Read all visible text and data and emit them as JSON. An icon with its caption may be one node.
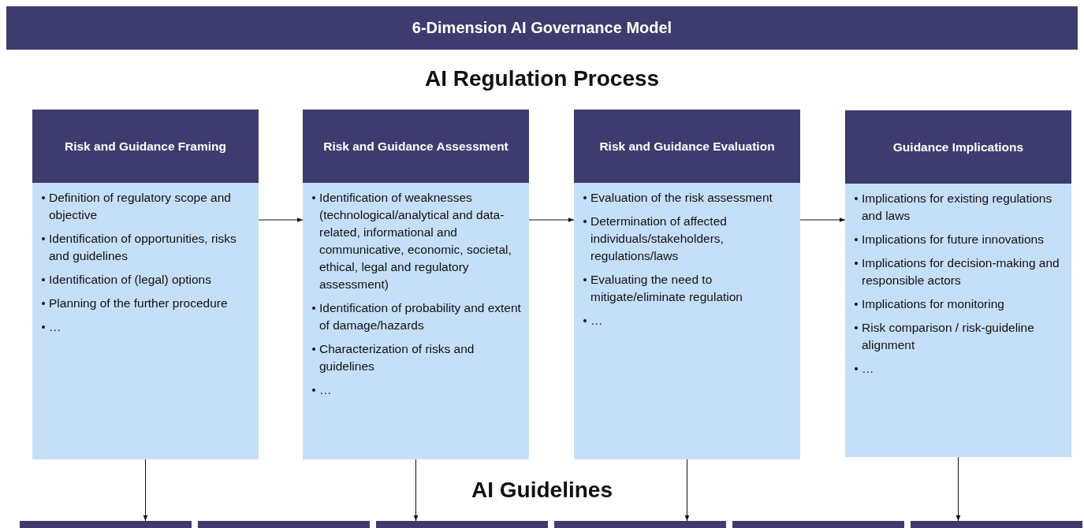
{
  "diagram": {
    "title": "6-Dimension AI Governance Model",
    "nodes": [
      {
        "text": [
          "Risk and Guidance Framing",
          "Definition of regulatory scope and objective",
          "Identification of opportunities, risks and guidelines",
          "Identification of (legal) options",
          "Planning of the further procedure",
          "…"
        ]
      },
      {
        "text": [
          "Risk and Guidance Assessment",
          "Identification of weaknesses (technological/analytical and data-related, informational and communicative, economic, societal, ethical, legal and regulatory assessment)",
          "Identification of probability and extent of damage/hazards",
          "Characterization of risks and guidelines",
          "…"
        ]
      },
      {
        "text": [
          "Risk and Guidance Evaluation",
          "Evaluation of the risk assessment",
          "Determination of affected individuals/stakeholders, regulations/laws",
          "Evaluating the need to mitigate/eliminate regulation",
          "…"
        ]
      },
      {
        "text": [
          "Guidance Implications",
          "Implications for existing regulations and laws",
          "Implications for future innovations",
          "Implications for decision-making and responsible actors",
          "Implications for monitoring",
          "Risk comparison / risk-guideline alignment",
          "…"
        ]
      },
      {
        "text": [],
        "shape": "box"
      },
      {
        "text": [],
        "shape": "box"
      },
      {
        "text": [],
        "shape": "box"
      },
      {
        "text": [],
        "shape": "box"
      },
      {
        "text": [],
        "shape": "box"
      },
      {
        "text": [],
        "shape": "box"
      }
    ],
    "edges": [
      {
        "from": 0,
        "to": 1,
        "arrow": "to"
      },
      {
        "from": 1,
        "to": 2,
        "arrow": "to"
      },
      {
        "from": 2,
        "to": 3,
        "arrow": "to"
      },
      {
        "from": 0,
        "to": 4,
        "arrow": "to"
      },
      {
        "from": 1,
        "to": 6,
        "arrow": "to"
      },
      {
        "from": 2,
        "to": 7,
        "arrow": "to"
      },
      {
        "from": 3,
        "to": 9,
        "arrow": "to"
      }
    ],
    "labels": [
      "AI Regulation Process",
      "AI Guidelines"
    ]
  }
}
